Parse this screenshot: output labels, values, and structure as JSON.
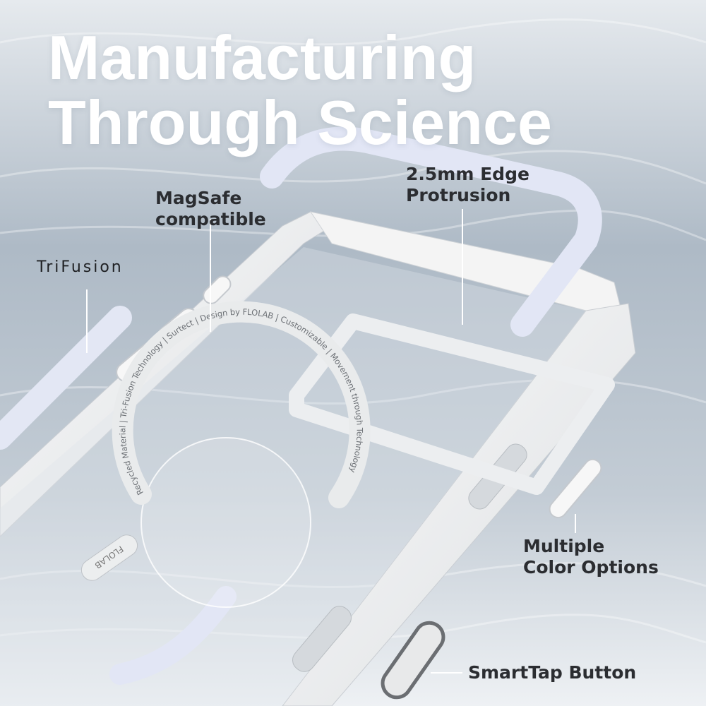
{
  "headline": {
    "line1": "Manufacturing",
    "line2": "Through Science"
  },
  "callouts": {
    "edge": {
      "line1": "2.5mm Edge",
      "line2": "Protrusion"
    },
    "magsafe": {
      "line1": "MagSafe",
      "line2": "compatible"
    },
    "colors": {
      "line1": "Multiple",
      "line2": "Color Options"
    },
    "smarttap": "SmartTap Button"
  },
  "logo": "TriFusion",
  "ring_text": "Recycled Material | Tri-Fusion Technology | Surtect | Design by FLOLAB | Customizable | Movement through Technology",
  "tag_text": "FLOLAB",
  "colors": {
    "background": "#b9c4ce",
    "case": "#f2f3f4",
    "bumper": "#e4e8f6",
    "text": "#2b2d31"
  }
}
